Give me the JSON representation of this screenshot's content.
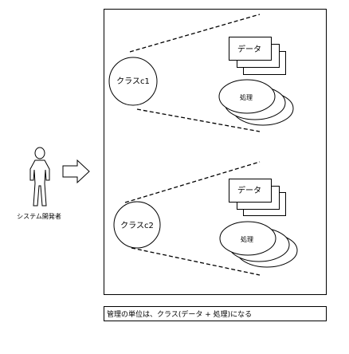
{
  "diagram": {
    "actor_label": "システム開発者",
    "classes": [
      {
        "name": "クラスc1",
        "data_label": "データ",
        "process_label": "処理"
      },
      {
        "name": "クラスc2",
        "data_label": "データ",
        "process_label": "処理"
      }
    ],
    "caption": "管理の単位は、クラス(データ + 処理)になる"
  }
}
